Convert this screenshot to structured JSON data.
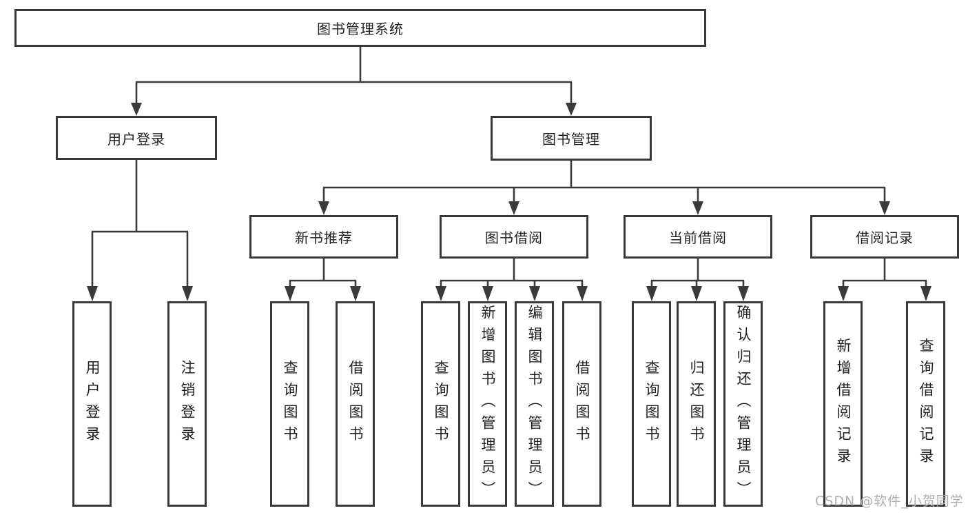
{
  "diagram": {
    "root": "图书管理系统",
    "user_login": {
      "label": "用户登录",
      "children": [
        "用户登录",
        "注销登录"
      ]
    },
    "book_management": {
      "label": "图书管理",
      "sections": [
        {
          "label": "新书推荐",
          "children": [
            "查询图书",
            "借阅图书"
          ]
        },
        {
          "label": "图书借阅",
          "children": [
            "查询图书",
            "新增图书（管理员）",
            "编辑图书（管理员）",
            "借阅图书"
          ]
        },
        {
          "label": "当前借阅",
          "children": [
            "查询图书",
            "归还图书",
            "确认归还（管理员）"
          ]
        },
        {
          "label": "借阅记录",
          "children": [
            "新增借阅记录",
            "查询借阅记录"
          ]
        }
      ]
    }
  },
  "watermark": "CSDN @软件_小贺同学",
  "colors": {
    "line": "#3a3a3a",
    "text": "#1f1f1f",
    "watermark": "#aeaeae",
    "background": "#ffffff"
  }
}
